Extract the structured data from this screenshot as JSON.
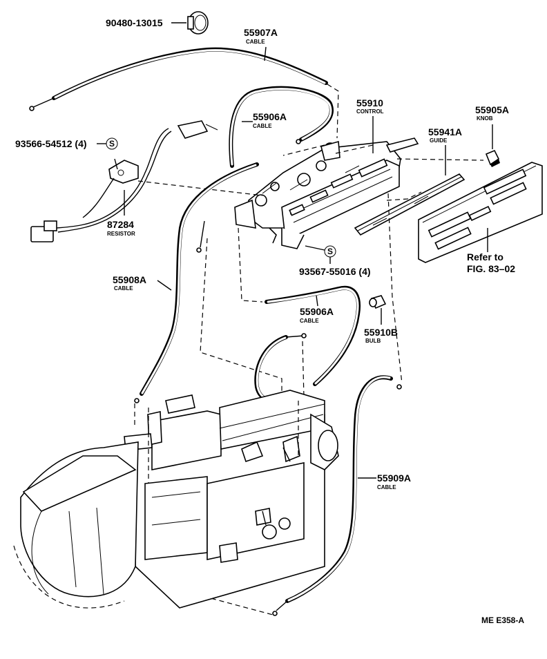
{
  "labels": {
    "p90480": "90480-13015",
    "p55907a": "55907A",
    "p55907a_sub": "CABLE",
    "p55906a_top": "55906A",
    "p55906a_top_sub": "CABLE",
    "p55910": "55910",
    "p55910_sub": "CONTROL",
    "p55905a": "55905A",
    "p55905a_sub": "KNOB",
    "p55941a": "55941A",
    "p55941a_sub": "GUIDE",
    "p93566": "93566-54512 (4)",
    "p87284": "87284",
    "p87284_sub": "RESISTOR",
    "p93567": "93567-55016 (4)",
    "ref1": "Refer to",
    "ref2": "FIG. 83–02",
    "p55908a": "55908A",
    "p55908a_sub": "CABLE",
    "p55906a_low": "55906A",
    "p55906a_low_sub": "CABLE",
    "p55910b": "55910B",
    "p55910b_sub": "BULB",
    "p55909a": "55909A",
    "p55909a_sub": "CABLE",
    "screw_mark": "S",
    "code": "ME E358-A"
  }
}
